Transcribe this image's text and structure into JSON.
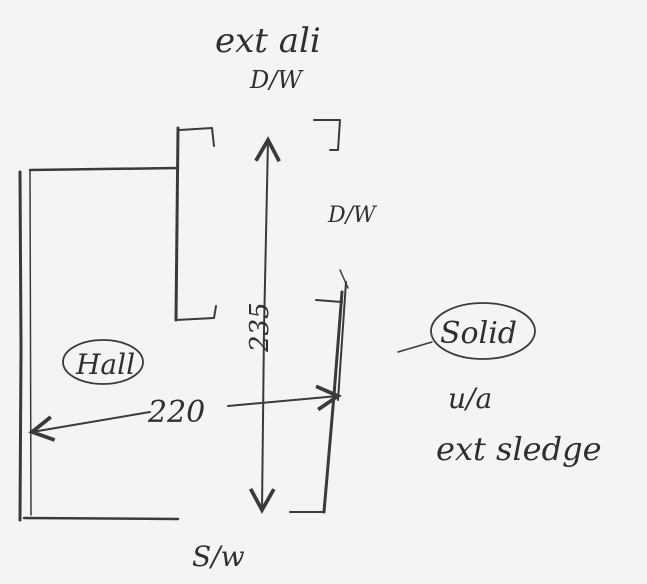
{
  "labels": {
    "top_note": "ext ali",
    "top_code": "D/W",
    "mid_code": "D/W",
    "bottom_note": "S/w",
    "room_name": "Hall",
    "wall_type": "Solid",
    "note_line1": "u/a",
    "note_line2": "ext sledge",
    "dim_horizontal": "220",
    "dim_vertical": "235"
  }
}
